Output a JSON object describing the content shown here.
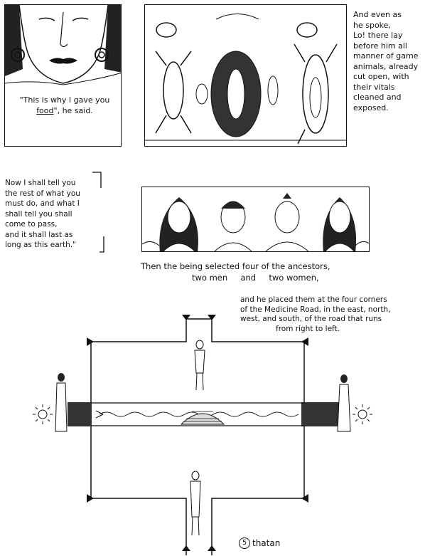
{
  "panel1": {
    "caption_before": "\"This is why I gave you ",
    "caption_emph": "food",
    "caption_after": "\", he said."
  },
  "panel2_side_text": [
    "And even as",
    "he spoke,",
    "Lo! there lay",
    "before him all",
    "manner of game",
    "animals, already",
    "cut open, with",
    "their vitals",
    "cleaned and",
    "exposed."
  ],
  "speech_text": [
    "Now I shall tell you",
    "the rest of what you",
    "must do, and what I",
    "shall tell you shall",
    "come to pass,",
    "and it shall last as",
    "long as this earth.\""
  ],
  "ancestors_caption": [
    "Then the being selected four of the ancestors,",
    "two men     and     two women,"
  ],
  "road_caption": [
    "and he placed them at the four corners",
    "of the Medicine Road, in the east, north,",
    "west, and south, of the road that runs",
    "from right to left."
  ],
  "footer": {
    "page_number": "5",
    "signature": "thatan"
  },
  "colors": {
    "ink": "#111111",
    "paper": "#ffffff"
  }
}
